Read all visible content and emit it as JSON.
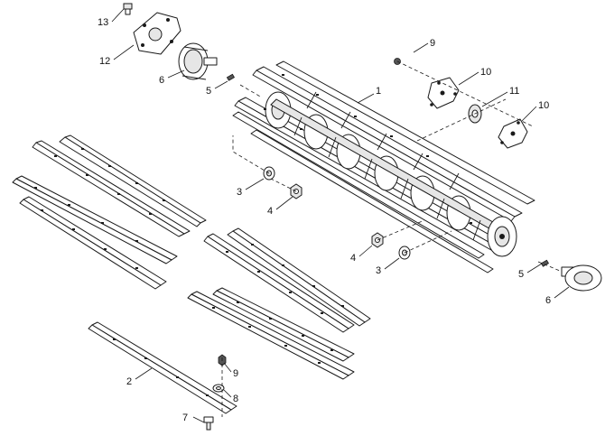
{
  "callouts": [
    {
      "id": "c13",
      "text": "13"
    },
    {
      "id": "c12",
      "text": "12"
    },
    {
      "id": "c6a",
      "text": "6"
    },
    {
      "id": "c5a",
      "text": "5"
    },
    {
      "id": "c1",
      "text": "1"
    },
    {
      "id": "c9a",
      "text": "9"
    },
    {
      "id": "c10a",
      "text": "10"
    },
    {
      "id": "c11",
      "text": "11"
    },
    {
      "id": "c10b",
      "text": "10"
    },
    {
      "id": "c3a",
      "text": "3"
    },
    {
      "id": "c4a",
      "text": "4"
    },
    {
      "id": "c4b",
      "text": "4"
    },
    {
      "id": "c3b",
      "text": "3"
    },
    {
      "id": "c5b",
      "text": "5"
    },
    {
      "id": "c6b",
      "text": "6"
    },
    {
      "id": "c2",
      "text": "2"
    },
    {
      "id": "c9b",
      "text": "9"
    },
    {
      "id": "c8",
      "text": "8"
    },
    {
      "id": "c7",
      "text": "7"
    }
  ]
}
